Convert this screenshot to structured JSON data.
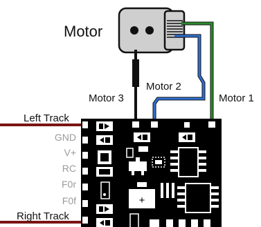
{
  "labels": {
    "motor": "Motor",
    "motor1": "Motor 1",
    "motor2": "Motor 2",
    "motor3": "Motor 3",
    "left_track": "Left Track",
    "right_track": "Right Track",
    "pins": [
      "GND",
      "V+",
      "RC",
      "F0r",
      "F0f"
    ],
    "plus_sign": "+"
  },
  "colors": {
    "wire_black": "#111111",
    "wire_blue": "#2f6fd0",
    "wire_green": "#2e8b2e",
    "track_red": "#7a1414",
    "motor_body": "#cfcfcf",
    "pcb": "#000000",
    "pin_label": "#9a9a9a"
  }
}
